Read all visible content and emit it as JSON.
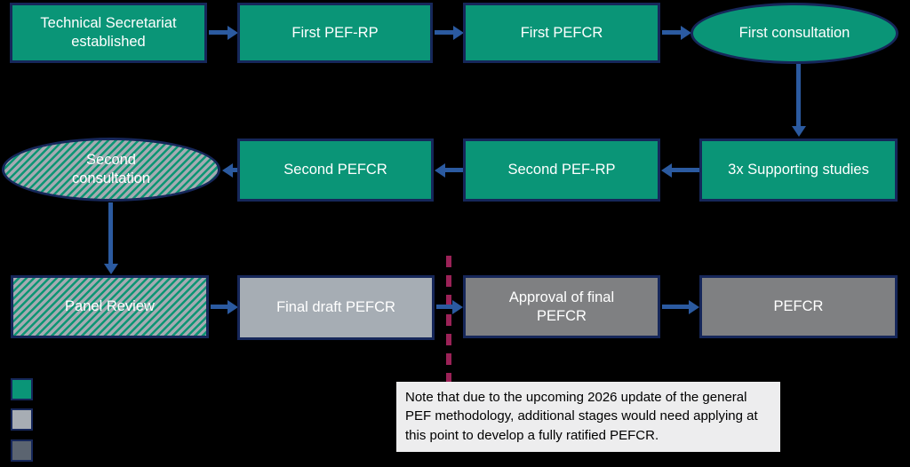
{
  "diagram": {
    "title_hint": "PEFCR development process flowchart",
    "nodes": [
      {
        "id": "technical-secretariat",
        "label": "Technical Secretariat established",
        "shape": "rect",
        "style": "green"
      },
      {
        "id": "first-pef-rp",
        "label": "First PEF-RP",
        "shape": "rect",
        "style": "green"
      },
      {
        "id": "first-pefcr",
        "label": "First PEFCR",
        "shape": "rect",
        "style": "green"
      },
      {
        "id": "first-consultation",
        "label": "First consultation",
        "shape": "ellipse",
        "style": "green"
      },
      {
        "id": "second-consultation",
        "label": "Second consultation",
        "shape": "ellipse",
        "style": "hatched"
      },
      {
        "id": "second-pefcr",
        "label": "Second PEFCR",
        "shape": "rect",
        "style": "green"
      },
      {
        "id": "second-pef-rp",
        "label": "Second PEF-RP",
        "shape": "rect",
        "style": "green"
      },
      {
        "id": "supporting-studies",
        "label": "3x Supporting studies",
        "shape": "rect",
        "style": "green"
      },
      {
        "id": "panel-review",
        "label": "Panel Review",
        "shape": "rect",
        "style": "hatched"
      },
      {
        "id": "final-draft-pefcr",
        "label": "Final draft PEFCR",
        "shape": "rect",
        "style": "light-gray"
      },
      {
        "id": "approval-final-pefcr",
        "label": "Approval of final PEFCR",
        "shape": "rect",
        "style": "medium-gray"
      },
      {
        "id": "pefcr",
        "label": "PEFCR",
        "shape": "rect",
        "style": "medium-gray"
      }
    ],
    "edges": [
      {
        "from": "technical-secretariat",
        "to": "first-pef-rp",
        "direction": "right"
      },
      {
        "from": "first-pef-rp",
        "to": "first-pefcr",
        "direction": "right"
      },
      {
        "from": "first-pefcr",
        "to": "first-consultation",
        "direction": "right"
      },
      {
        "from": "first-consultation",
        "to": "supporting-studies",
        "direction": "down"
      },
      {
        "from": "supporting-studies",
        "to": "second-pef-rp",
        "direction": "left"
      },
      {
        "from": "second-pef-rp",
        "to": "second-pefcr",
        "direction": "left"
      },
      {
        "from": "second-pefcr",
        "to": "second-consultation",
        "direction": "left"
      },
      {
        "from": "second-consultation",
        "to": "panel-review",
        "direction": "down"
      },
      {
        "from": "panel-review",
        "to": "final-draft-pefcr",
        "direction": "right"
      },
      {
        "from": "final-draft-pefcr",
        "to": "approval-final-pefcr",
        "direction": "right"
      },
      {
        "from": "approval-final-pefcr",
        "to": "pefcr",
        "direction": "right"
      }
    ],
    "divider": {
      "name": "2026-update-divider",
      "style": "dashed-vertical",
      "color": "#9B2257",
      "between": [
        "final-draft-pefcr",
        "approval-final-pefcr"
      ]
    },
    "legend": {
      "swatches": [
        {
          "name": "green-swatch",
          "color": "#0A9577"
        },
        {
          "name": "light-gray-swatch",
          "color": "#A7ADB4"
        },
        {
          "name": "dark-gray-swatch",
          "color": "#5B6470"
        }
      ]
    },
    "note": {
      "text": "Note that due to the upcoming 2026 update of the general PEF methodology, additional stages would need applying at this point to develop a fully ratified PEFCR."
    },
    "colors": {
      "background": "#000000",
      "node_green": "#0A9577",
      "node_light_gray": "#A6ADB4",
      "node_medium_gray": "#7F8082",
      "hatch_gray": "#A4ABB2",
      "node_border": "#16275A",
      "arrow_blue": "#2B5AA0",
      "divider_magenta": "#9B2257",
      "note_background": "#EDEDEE",
      "note_text": "#000000",
      "node_text": "#FFFFFF"
    }
  }
}
